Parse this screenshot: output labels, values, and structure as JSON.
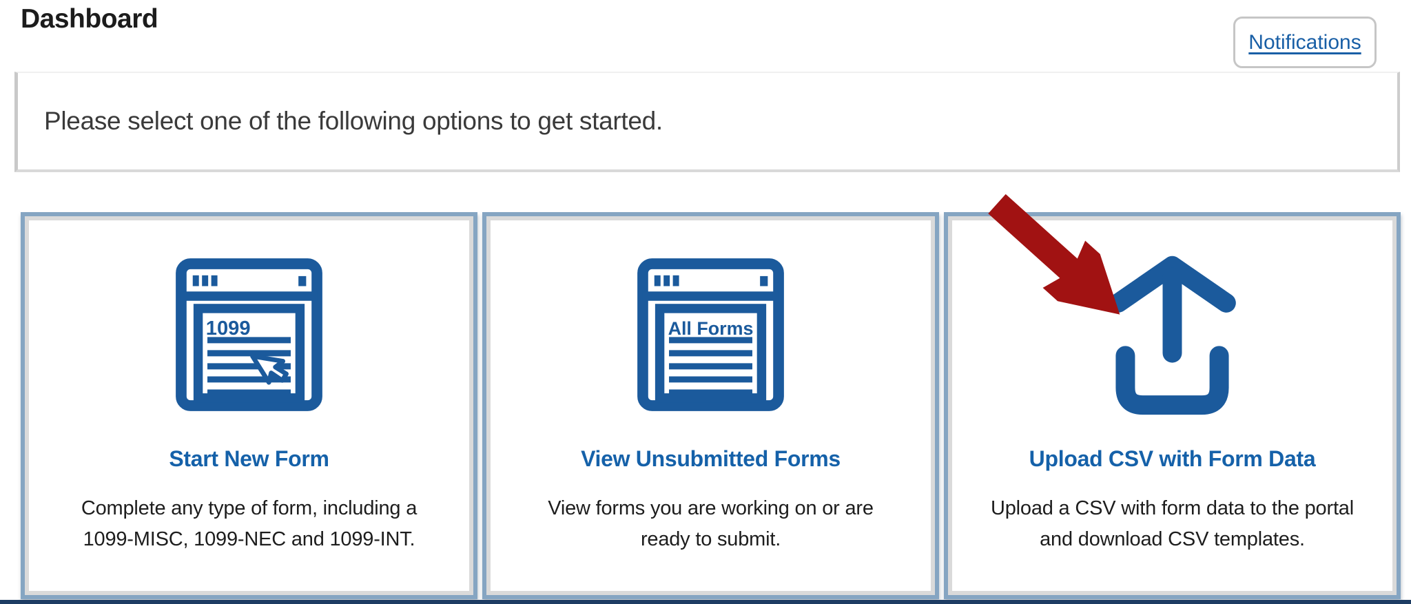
{
  "page": {
    "title": "Dashboard"
  },
  "header": {
    "notifications_label": "Notifications"
  },
  "intro": {
    "text": "Please select one of the following options to get started."
  },
  "cards": [
    {
      "title": "Start New Form",
      "description": "Complete any type of form, including a 1099-MISC, 1099-NEC and 1099-INT.",
      "icon": "form-browser-1099-icon",
      "icon_label": "1099"
    },
    {
      "title": "View Unsubmitted Forms",
      "description": "View forms you are working on or are ready to submit.",
      "icon": "all-forms-browser-icon",
      "icon_label": "All Forms"
    },
    {
      "title": "Upload CSV with Form Data",
      "description": "Upload a CSV with form data to the portal and download CSV templates.",
      "icon": "upload-icon"
    }
  ],
  "annotation": {
    "shape": "arrow",
    "points_to": "Upload CSV with Form Data card",
    "color": "#a11212"
  },
  "colors": {
    "icon_blue": "#1b5a9c",
    "title_blue": "#1561a9",
    "link_blue": "#195fa6",
    "card_border_blue": "#85a5c2",
    "card_inner_border": "#dadada",
    "intro_border": "#c9c9c9",
    "footer_navy": "#1d3c63",
    "arrow_red": "#a11212",
    "text_dark": "#1b1b1b"
  }
}
